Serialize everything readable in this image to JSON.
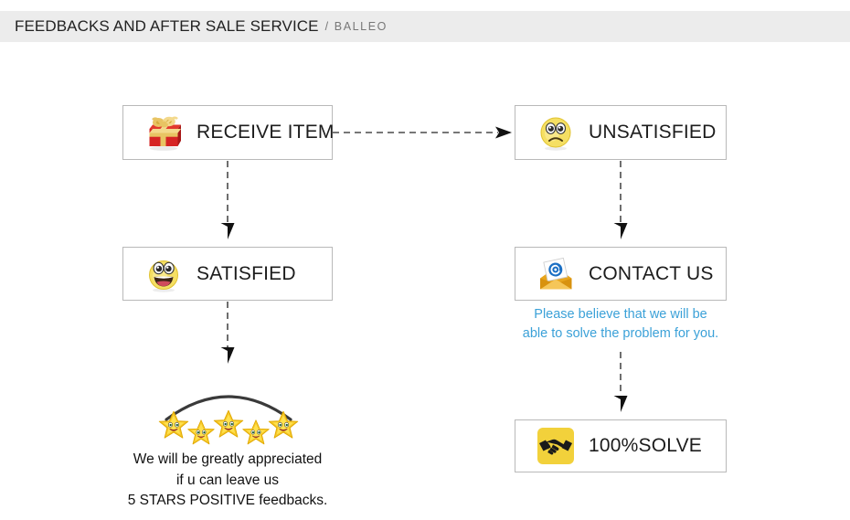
{
  "header": {
    "title": "FEEDBACKS AND AFTER SALE SERVICE",
    "subtitle": "/ BALLEO",
    "band_color": "#ececec"
  },
  "flow": {
    "boxes": [
      {
        "id": "receive-item",
        "label": "RECEIVE ITEM",
        "icon": "gift-box-icon"
      },
      {
        "id": "unsatisfied",
        "label": "UNSATISFIED",
        "icon": "sad-face-icon"
      },
      {
        "id": "satisfied",
        "label": "SATISFIED",
        "icon": "happy-face-icon"
      },
      {
        "id": "contact-us",
        "label": "CONTACT US",
        "icon": "email-envelope-icon"
      },
      {
        "id": "solve",
        "label": "100%SOLVE",
        "icon": "handshake-icon"
      }
    ],
    "connectors": [
      {
        "id": "receive-to-unsatisfied",
        "direction": "right"
      },
      {
        "id": "receive-to-satisfied",
        "direction": "down"
      },
      {
        "id": "unsatisfied-to-contact",
        "direction": "down"
      },
      {
        "id": "satisfied-to-stars",
        "direction": "down"
      },
      {
        "id": "contact-to-solve",
        "direction": "down"
      }
    ]
  },
  "notes": {
    "contact_note": {
      "color": "#3ba1d8",
      "line1": "Please believe that we will be",
      "line2": "able to solve the problem for you."
    },
    "feedback_note": {
      "color": "#111111",
      "line1": "We will be greatly appreciated",
      "line2": "if u can leave us",
      "line3": "5 STARS POSITIVE feedbacks."
    }
  },
  "rating": {
    "stars_count": 5,
    "star_icon": "smiling-star-icon",
    "arc_icon": "arc-divider-icon"
  },
  "colors": {
    "accent_blue": "#3ba1d8",
    "star_yellow": "#ffd24d",
    "envelope_yellow": "#e8a51c",
    "solve_yellow": "#f2d13b",
    "gift_red": "#d62424",
    "border_gray": "#b9b9b9"
  }
}
